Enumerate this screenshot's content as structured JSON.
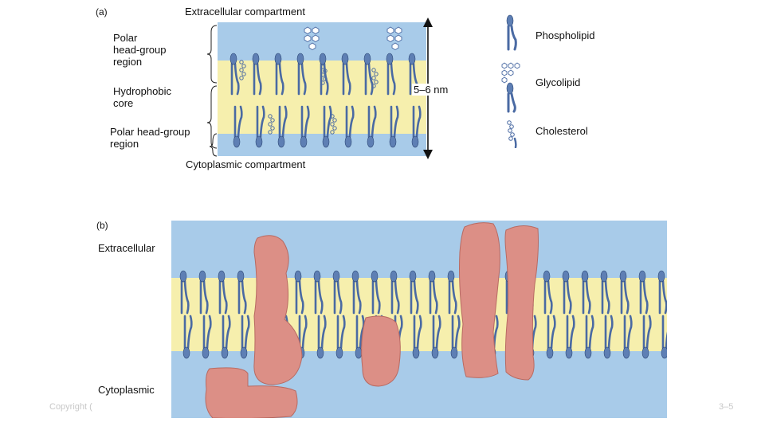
{
  "panel_a": {
    "letter": "(a)",
    "top_label": "Extracellular compartment",
    "bottom_label": "Cytoplasmic compartment",
    "left_labels": [
      "Polar\nhead-group\nregion",
      "Hydrophobic\ncore",
      "Polar head-group\nregion"
    ],
    "thickness_label": "5–6 nm",
    "legend": [
      {
        "label": "Phospholipid",
        "icon": "phospholipid-icon"
      },
      {
        "label": "Glycolipid",
        "icon": "glycolipid-icon"
      },
      {
        "label": "Cholesterol",
        "icon": "cholesterol-icon"
      }
    ]
  },
  "panel_b": {
    "letter": "(b)",
    "top_label": "Extracellular",
    "bottom_label": "Cytoplasmic"
  },
  "footer": {
    "copyright": "Copyright (",
    "page": "3–5"
  },
  "colors": {
    "polar_blue": "#a8cbe9",
    "core_yellow": "#f6efad",
    "lipid_blue": "#5e7fb4",
    "protein_pink": "#dc8f86"
  }
}
